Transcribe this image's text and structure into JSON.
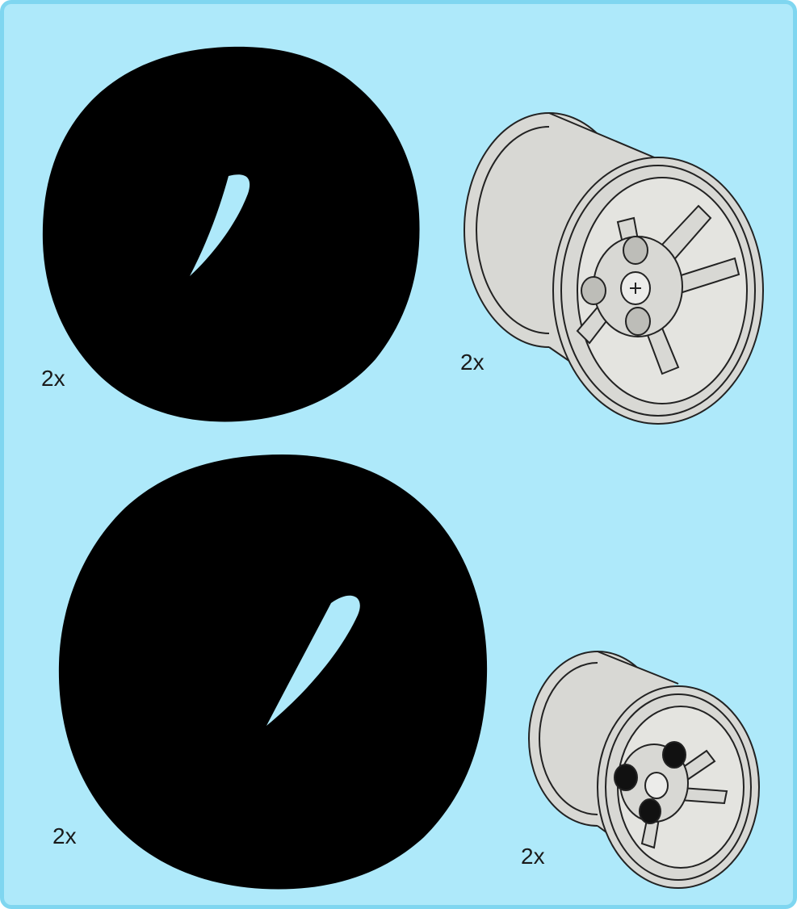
{
  "parts": [
    {
      "name": "tire-large-1",
      "quantity": "2x",
      "color": "#000000"
    },
    {
      "name": "wheel-rim-large",
      "quantity": "2x",
      "color": "#d8d8d4"
    },
    {
      "name": "tire-large-2",
      "quantity": "2x",
      "color": "#000000"
    },
    {
      "name": "wheel-rim-small",
      "quantity": "2x",
      "color": "#d8d8d4"
    }
  ],
  "colors": {
    "background": "#aee9fa",
    "border": "#7fd6f0",
    "tire": "#000000",
    "rim": "#d8d8d4",
    "rim_line": "#222222"
  }
}
